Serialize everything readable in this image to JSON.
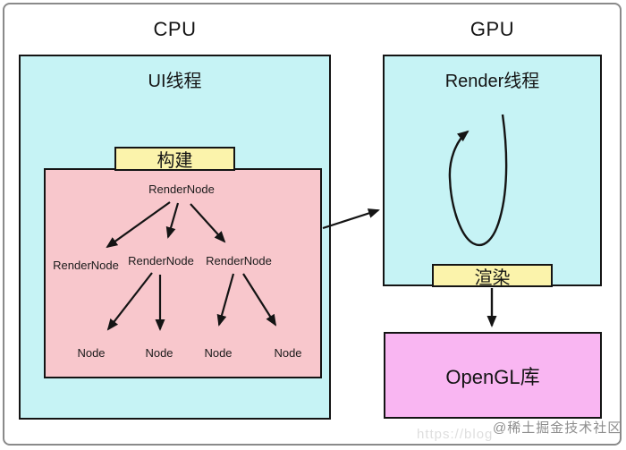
{
  "cpu": {
    "title": "CPU",
    "thread_label": "UI线程",
    "build_label": "构建",
    "tree": {
      "root": "RenderNode",
      "children": [
        "RenderNode",
        "RenderNode",
        "RenderNode"
      ],
      "leaves": [
        "Node",
        "Node",
        "Node",
        "Node"
      ]
    }
  },
  "gpu": {
    "title": "GPU",
    "thread_label": "Render线程",
    "render_label": "渲染",
    "opengl_label": "OpenGL库"
  },
  "watermark": {
    "community": "@稀土掘金技术社区",
    "url_fragment": "https://blog"
  },
  "colors": {
    "thread_fill": "#c6f3f5",
    "tree_fill": "#f8c7cc",
    "action_fill": "#fbf3ab",
    "opengl_fill": "#f9b6f2",
    "stroke": "#141414",
    "outer_frame": "#8a8a8a",
    "watermark_gray": "#8d8d8d",
    "watermark_faint": "#dedede"
  }
}
